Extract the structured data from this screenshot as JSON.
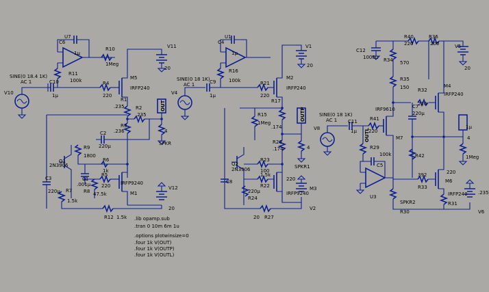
{
  "circuit1": {
    "source": "SINE(0 18.4 1K)",
    "ac": "AC 1",
    "v_src": "V10",
    "opamp": "U7",
    "labels": [
      "C6",
      "1μ",
      "R10",
      "1Meg",
      "V11",
      "20",
      "R11",
      "100k",
      "C10",
      "1μ",
      "R4",
      "220",
      "M5",
      "IRFP240",
      "R1",
      ".235",
      "R2",
      ".235",
      "R3",
      ".236",
      "OUT",
      "4",
      "SPKR",
      "C2",
      "220μ",
      "R9",
      "1800",
      "Q1",
      "2N3906",
      "R6",
      "1k",
      "C1",
      ".001μ",
      "C3",
      "220μ",
      "R8",
      "47.5k",
      "R5",
      "220",
      "IRFP9240",
      "M1",
      "R7",
      "1.5k",
      "V12",
      "20",
      "R12",
      "1.5k"
    ]
  },
  "circuit2": {
    "source": "SINE(0 18 1K)",
    "ac": "AC 1",
    "v_src": "V4",
    "opamp": "U1",
    "labels": [
      "C4",
      "1μ",
      "R16",
      "100k",
      "C9",
      "1μ",
      "R21",
      "220",
      "M2",
      "IRFP240",
      "V1",
      "20",
      "R15",
      "1Meg",
      "R17",
      ".174",
      "OUTP",
      "R20",
      ".174",
      "4",
      "SPKR1",
      "R23",
      "100",
      "Q2",
      "2N3906",
      "C8",
      "220μ",
      "R24",
      "1.5k",
      "R22",
      "220",
      "IRFP9240",
      "M3",
      "V2",
      "20",
      "R27",
      "1.5k"
    ]
  },
  "circuit3": {
    "source": "SINE(0 18 1K)",
    "ac": "AC 1",
    "v_src": "V8",
    "opamp": "U3",
    "labels": [
      "R40",
      "220",
      "R36",
      "200",
      "C12",
      "1000μ",
      "V5",
      "20",
      "R34",
      "570",
      "R35",
      "150",
      "R32",
      "220",
      "M4",
      "IRFP240",
      "IRF9610",
      "C7",
      "220μ",
      "C11",
      "1μ",
      "R41",
      "220",
      "M7",
      "OUTL",
      "R29",
      "100k",
      "C5",
      "1μ",
      "R42",
      "1Meg",
      "4",
      "SPKR2",
      "R30",
      "392",
      "R33",
      "220",
      "M6",
      "IRFP240",
      "R31",
      ".235",
      "V6",
      "20"
    ]
  },
  "directives": [
    ".lib opamp.sub",
    ".tran 0 10m 6m 1u",
    ".options plotwinsize=0",
    ".four 1k V(OUT)",
    ".four 1k V(OUTP)",
    ".four 1k V(OUTL)"
  ]
}
